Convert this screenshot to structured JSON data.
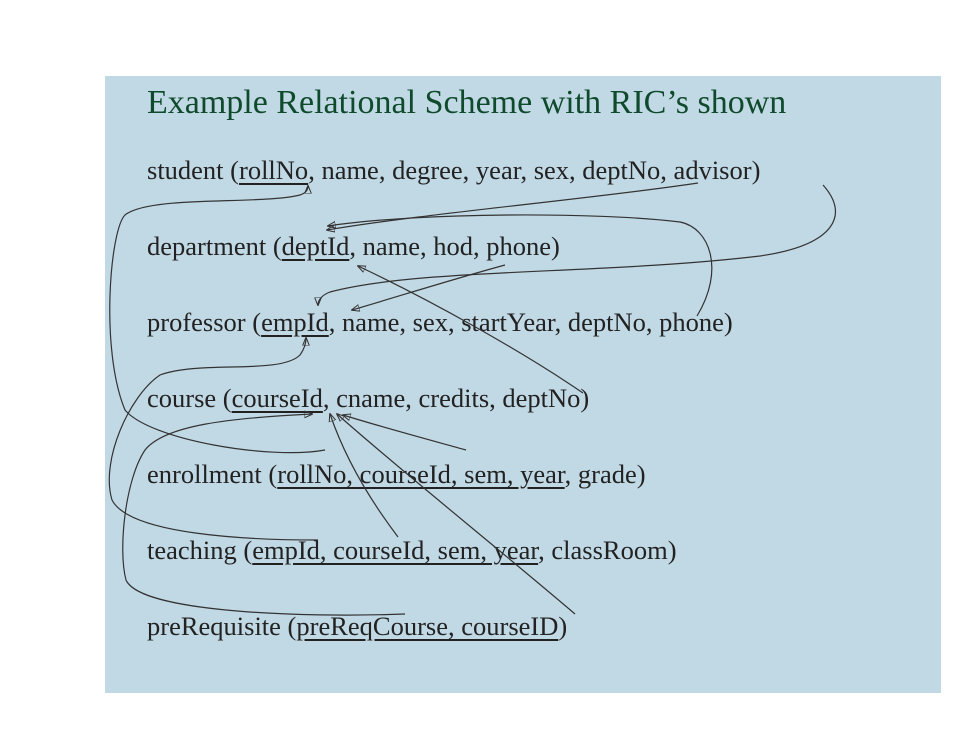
{
  "title": "Example Relational Scheme with RIC’s shown",
  "relations": [
    {
      "name": "student",
      "text": {
        "open": "student (",
        "key": "rollNo",
        "rest": ", name, degree, year, sex, deptNo, advisor)"
      }
    },
    {
      "name": "department",
      "text": {
        "open": "department (",
        "key": "deptId",
        "rest": ", name, hod, phone)"
      }
    },
    {
      "name": "professor",
      "text": {
        "open": "professor (",
        "key": "empId",
        "rest": ", name, sex, startYear, deptNo, phone)"
      }
    },
    {
      "name": "course",
      "text": {
        "open": "course (",
        "key": "courseId",
        "rest": ", cname, credits, deptNo)"
      }
    },
    {
      "name": "enrollment",
      "text": {
        "open": "enrollment (",
        "key": "rollNo, courseId, sem, year",
        "rest": ", grade)"
      }
    },
    {
      "name": "teaching",
      "text": {
        "open": "teaching (",
        "key": "empId, courseId, sem, year",
        "rest": ", classRoom)"
      }
    },
    {
      "name": "preRequisite",
      "text": {
        "open": "preRequisite (",
        "key": "preReqCourse, courseID",
        "rest": ")"
      }
    }
  ],
  "colors": {
    "background": "#c1d9e5",
    "title": "#0f4a2c",
    "text": "#222222",
    "arrow": "#333333"
  }
}
